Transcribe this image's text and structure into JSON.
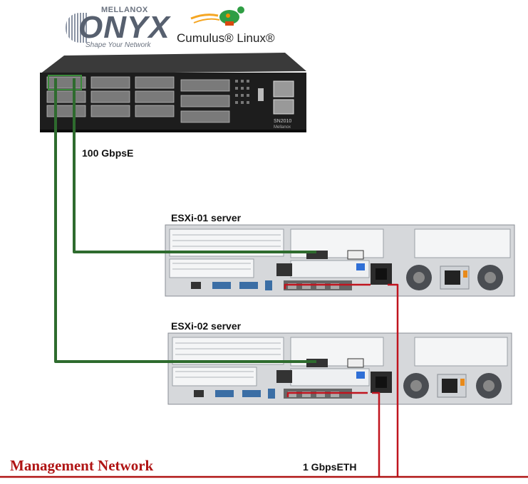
{
  "logos": {
    "onyx_brand": "MELLANOX",
    "onyx_name": "ONYX",
    "onyx_tagline": "Shape Your Network",
    "cumulus": "Cumulus® Linux®"
  },
  "switch": {
    "model": "SN2010",
    "vendor": "Mellanox"
  },
  "links": {
    "data_link_label": "100 GbpsE",
    "mgmt_link_label": "1 GbpsETH"
  },
  "servers": [
    {
      "name": "ESXi-01 server"
    },
    {
      "name": "ESXi-02 server"
    }
  ],
  "network": {
    "name": "Management Network"
  },
  "colors": {
    "data_cable": "#2e6b2e",
    "mgmt_cable": "#c0141e",
    "network_line": "#b01414"
  }
}
